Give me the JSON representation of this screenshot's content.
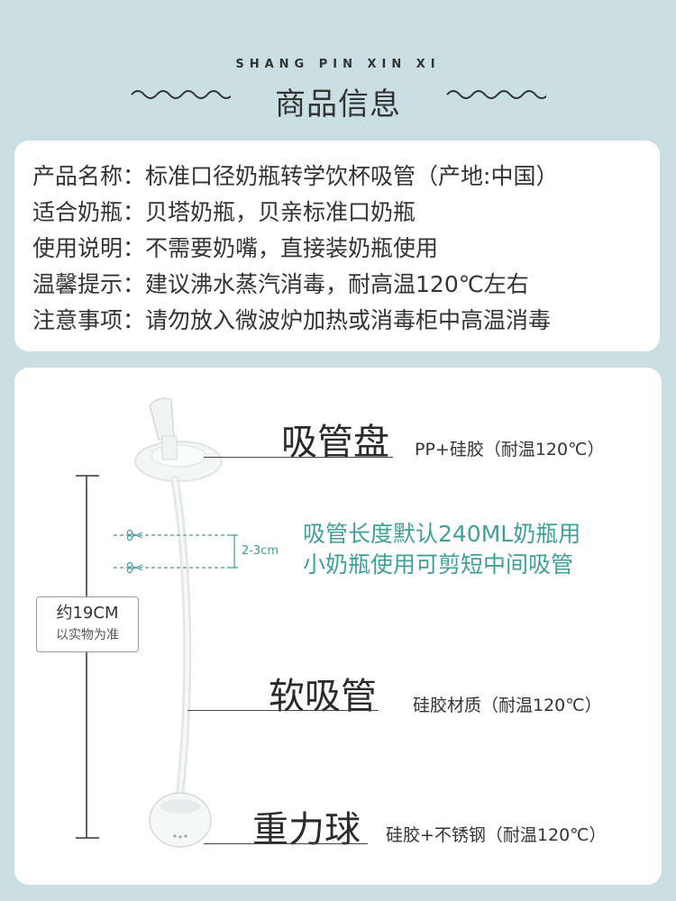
{
  "header": {
    "pinyin": "SHANG PIN XIN XI",
    "title": "商品信息"
  },
  "info": [
    {
      "label": "产品名称：",
      "value": "标准口径奶瓶转学饮杯吸管（产地:中国）"
    },
    {
      "label": "适合奶瓶：",
      "value": "贝塔奶瓶，贝亲标准口奶瓶"
    },
    {
      "label": "使用说明：",
      "value": "不需要奶嘴，直接装奶瓶使用"
    },
    {
      "label": "温馨提示：",
      "value": "建议沸水蒸汽消毒，耐高温120℃左右"
    },
    {
      "label": "注意事项：",
      "value": "请勿放入微波炉加热或消毒柜中高温消毒"
    }
  ],
  "diagram": {
    "parts": [
      {
        "name": "吸管盘",
        "spec": "PP+硅胶（耐温120℃）"
      },
      {
        "name": "软吸管",
        "spec": "硅胶材质（耐温120℃）"
      },
      {
        "name": "重力球",
        "spec": "硅胶+不锈钢（耐温120℃）"
      }
    ],
    "cut_range": "2-3cm",
    "cut_note_line1": "吸管长度默认240ML奶瓶用",
    "cut_note_line2": "小奶瓶使用可剪短中间吸管",
    "length_main": "约19CM",
    "length_sub": "以实物为准"
  },
  "colors": {
    "background": "#c9dfe3",
    "accent_teal": "#3f9f9a"
  }
}
